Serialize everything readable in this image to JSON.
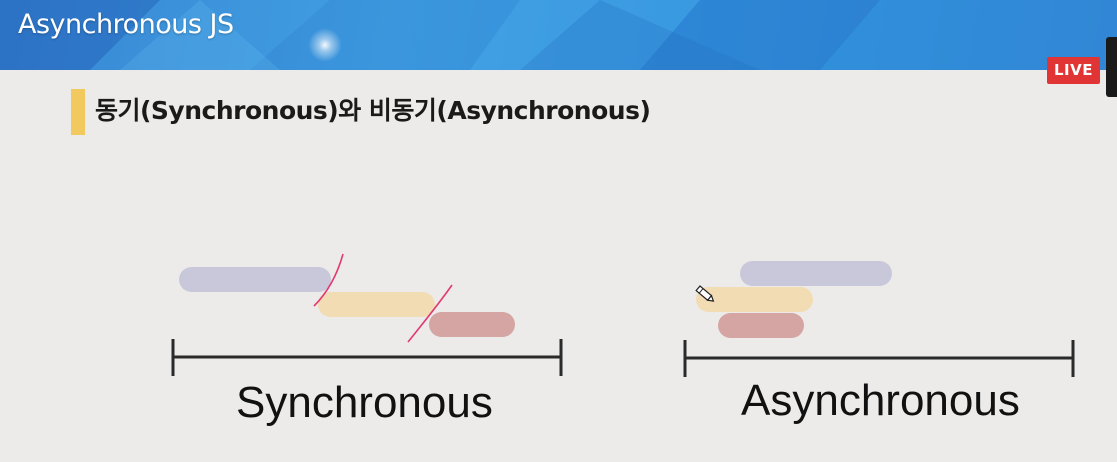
{
  "header": {
    "title": "Asynchronous JS",
    "live_badge": "LIVE"
  },
  "section": {
    "title": "동기(Synchronous)와 비동기(Asynchronous)"
  },
  "diagrams": {
    "sync_label": "Synchronous",
    "async_label": "Asynchronous"
  },
  "colors": {
    "task_1": "#c9c8da",
    "task_2": "#f2dcb3",
    "task_3": "#d4a5a2",
    "accent": "#f1c95e",
    "live": "#e13535",
    "annotation": "#e03a72"
  },
  "icons": {
    "cursor": "pencil-cursor-icon"
  }
}
